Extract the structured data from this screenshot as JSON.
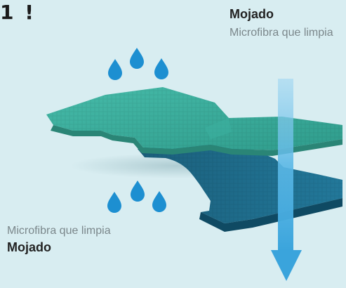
{
  "step": {
    "number": "1 !"
  },
  "top_label": {
    "title": "Mojado",
    "subtitle": "Microfibra que limpia"
  },
  "bottom_label": {
    "subtitle": "Microfibra que limpia",
    "title": "Mojado"
  },
  "colors": {
    "background": "#d8edf1",
    "teal_light": "#3fb2a2",
    "teal_side": "#2a8576",
    "blue_cloth": "#1f6f8f",
    "blue_cloth_side": "#0f4a63",
    "drop": "#1d8fd1",
    "arrow": "#5bb8e6"
  },
  "icons": {
    "drops_top": "water-drop-icon",
    "drops_bottom": "water-drop-icon",
    "arrow": "arrow-down-icon"
  }
}
